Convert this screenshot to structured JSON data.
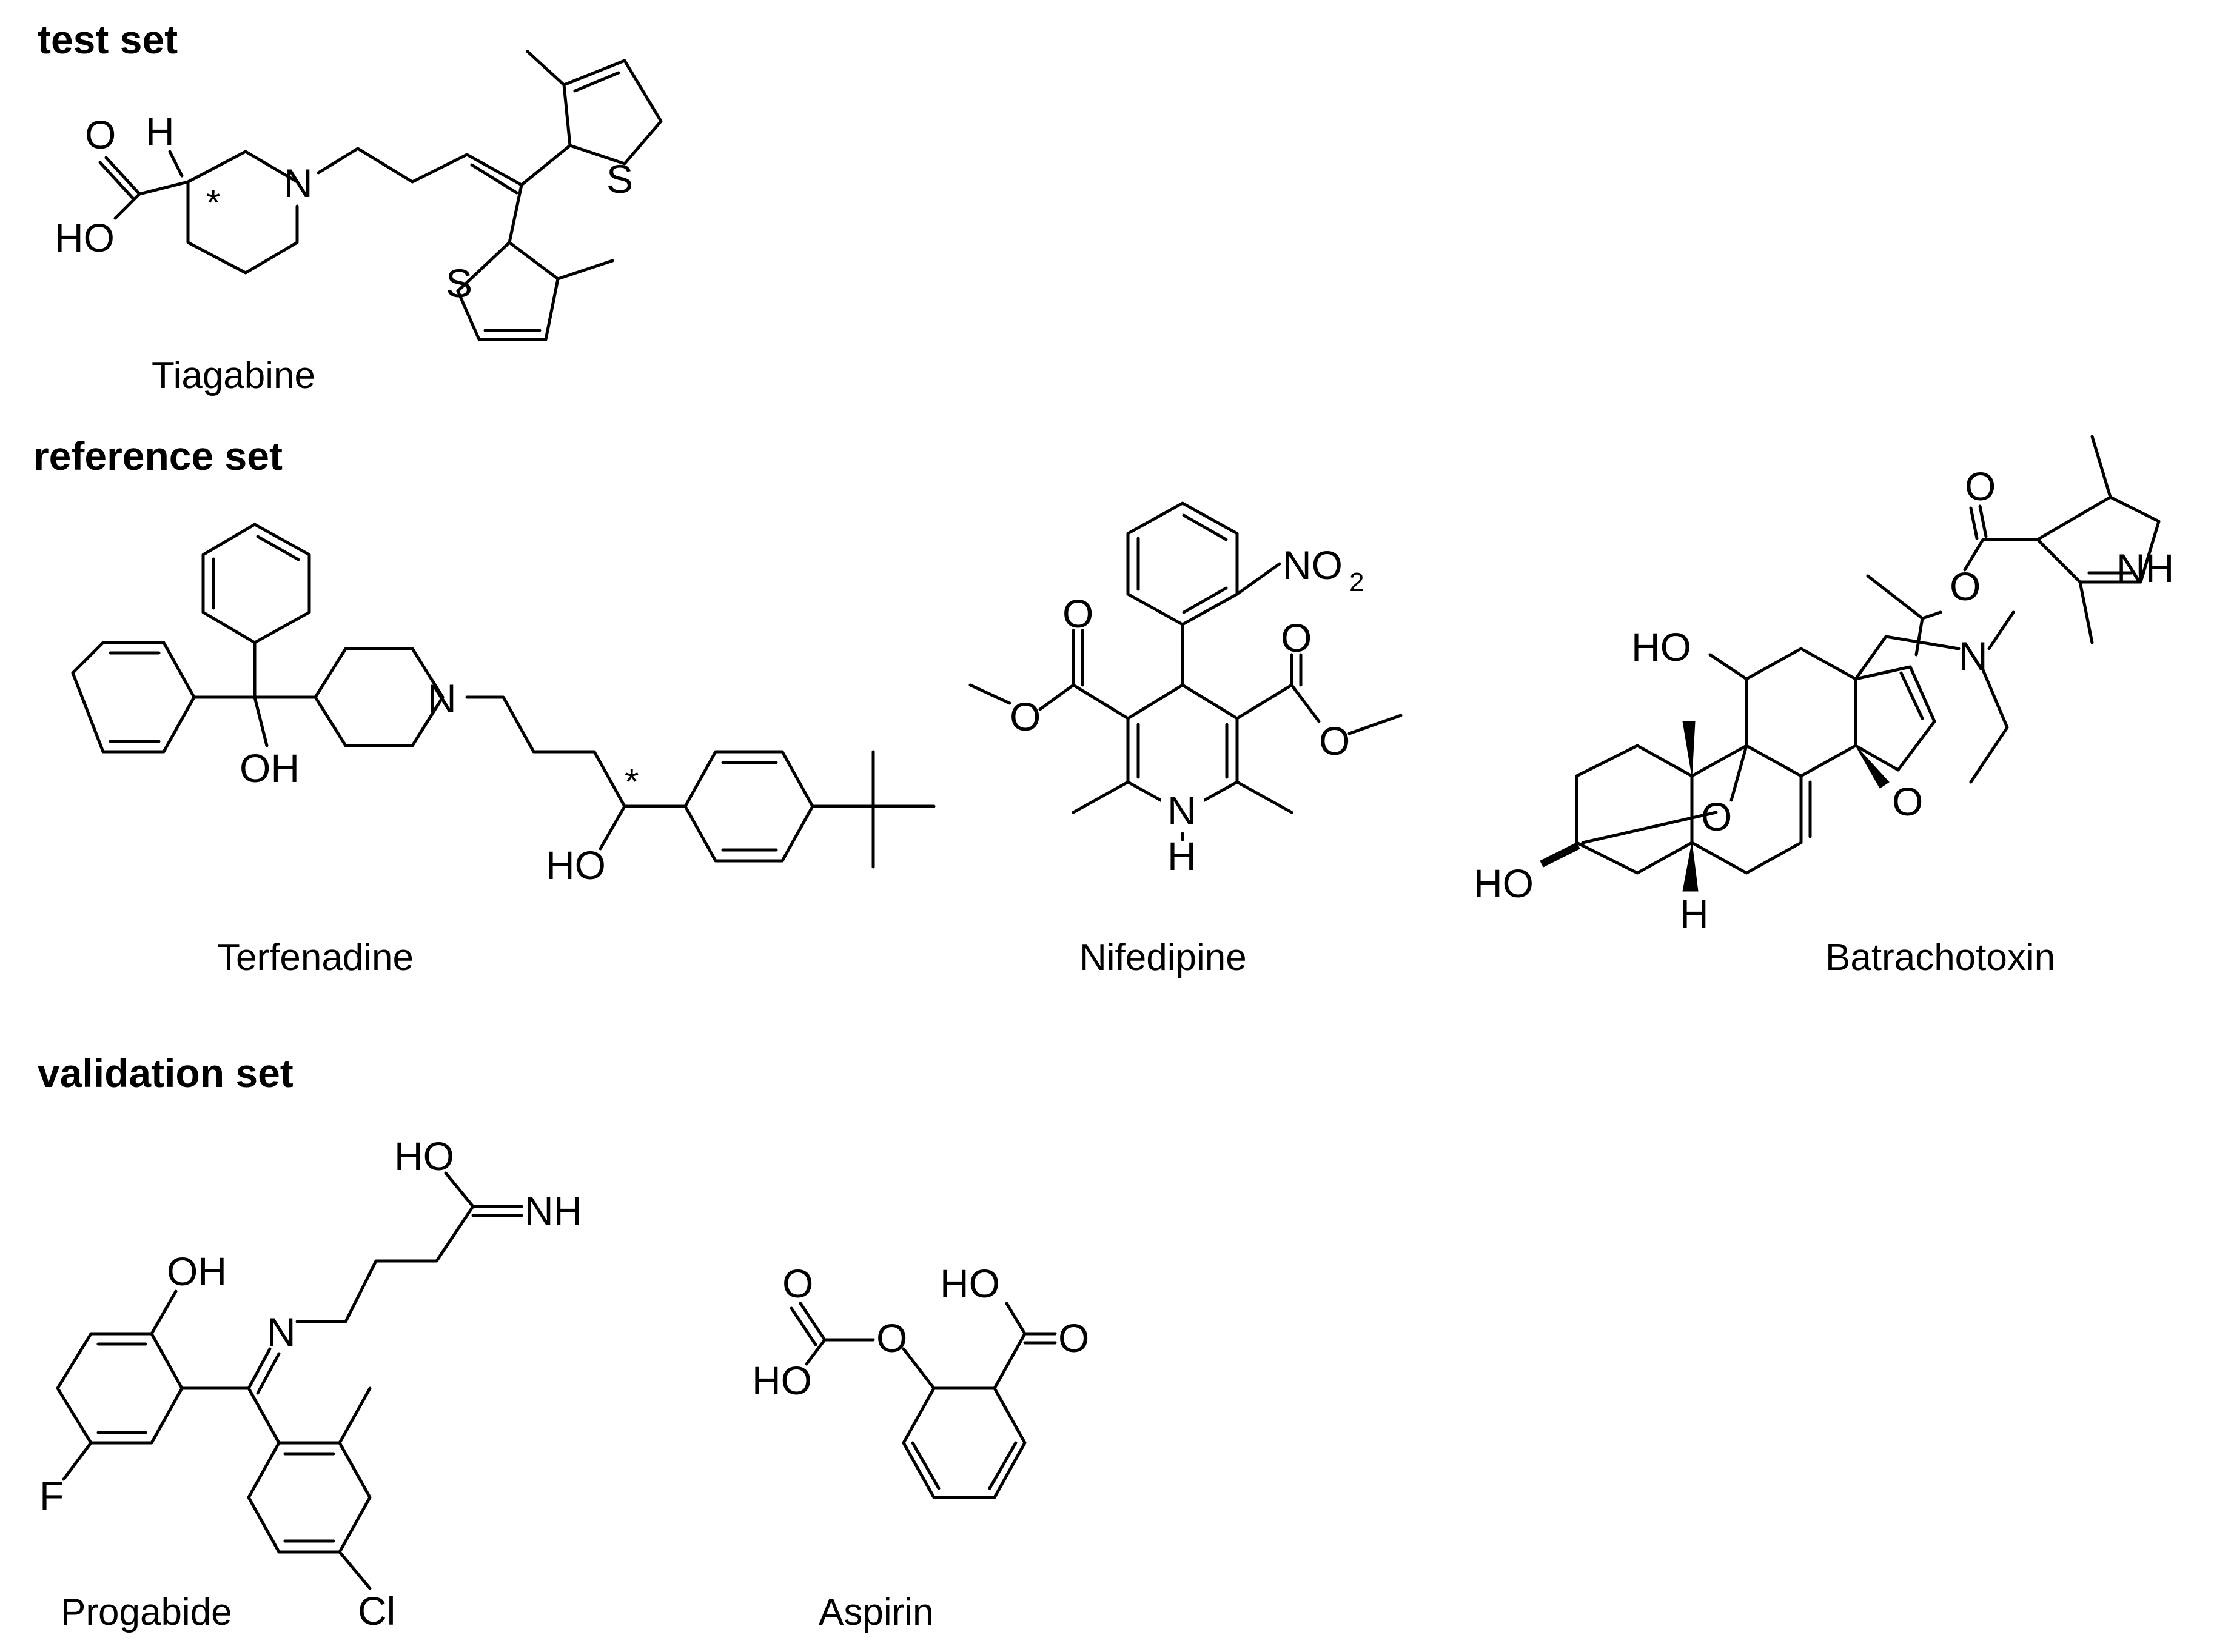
{
  "sections": {
    "test": "test set",
    "reference": "reference set",
    "validation": "validation set"
  },
  "compounds": {
    "tiagabine": "Tiagabine",
    "terfenadine": "Terfenadine",
    "nifedipine": "Nifedipine",
    "batrachotoxin": "Batrachotoxin",
    "progabide": "Progabide",
    "aspirin": "Aspirin"
  },
  "atoms": {
    "O": "O",
    "H": "H",
    "HO": "HO",
    "OH": "OH",
    "N": "N",
    "S": "S",
    "NH": "NH",
    "NO": "NO",
    "sub2": "2",
    "F": "F",
    "Cl": "Cl",
    "star": "*"
  }
}
